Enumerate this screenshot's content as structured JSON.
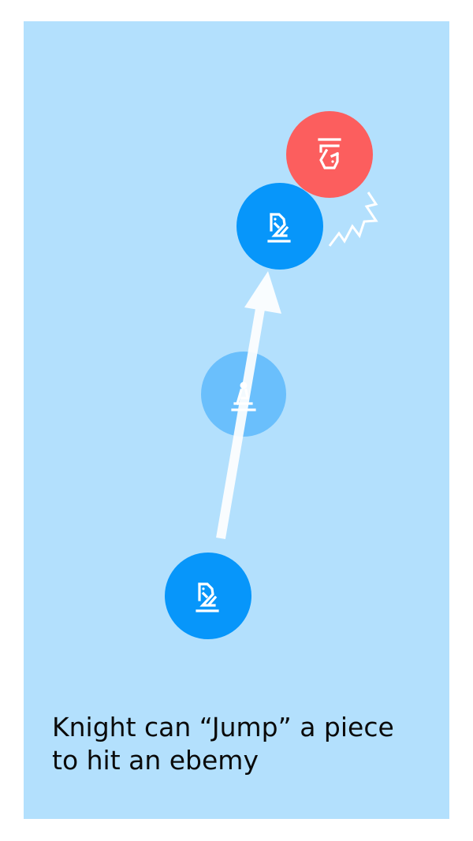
{
  "caption": {
    "line1": "Knight can “Jump” a piece",
    "line2": "to hit an ebemy"
  },
  "pieces": {
    "knight_start": {
      "name": "knight",
      "side": "player",
      "state": "origin",
      "icon": "knight-icon"
    },
    "pawn_jumped": {
      "name": "pawn",
      "side": "player",
      "state": "jumped-over",
      "icon": "pawn-icon"
    },
    "knight_end": {
      "name": "knight",
      "side": "player",
      "state": "destination",
      "icon": "knight-icon"
    },
    "enemy": {
      "name": "knight",
      "side": "enemy",
      "state": "hit",
      "icon": "knight-icon"
    }
  },
  "colors": {
    "board": "#b3e0fd",
    "player": "#0796fa",
    "ghost": "#5db8fb",
    "enemy": "#fc5e5e",
    "arrow": "#ffffff"
  }
}
